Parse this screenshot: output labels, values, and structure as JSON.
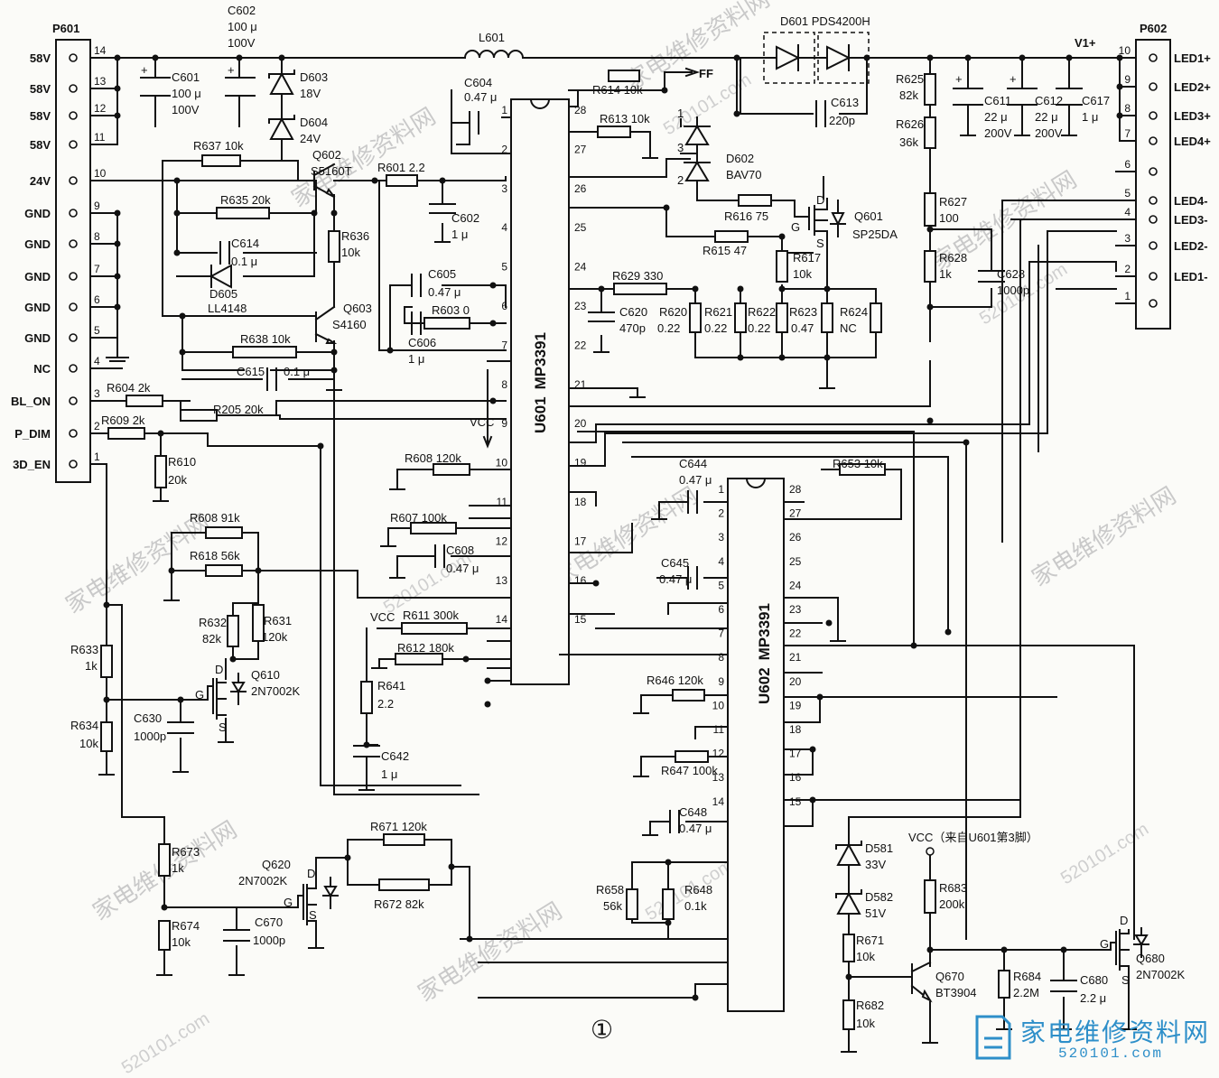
{
  "connectors": {
    "p601": {
      "label": "P601",
      "pins": [
        {
          "num": "14",
          "signal": "58V"
        },
        {
          "num": "13",
          "signal": "58V"
        },
        {
          "num": "12",
          "signal": "58V"
        },
        {
          "num": "11",
          "signal": "58V"
        },
        {
          "num": "10",
          "signal": "24V"
        },
        {
          "num": "9",
          "signal": "GND"
        },
        {
          "num": "8",
          "signal": "GND"
        },
        {
          "num": "7",
          "signal": "GND"
        },
        {
          "num": "6",
          "signal": "GND"
        },
        {
          "num": "5",
          "signal": "GND"
        },
        {
          "num": "4",
          "signal": "NC"
        },
        {
          "num": "3",
          "signal": "BL_ON"
        },
        {
          "num": "2",
          "signal": "P_DIM"
        },
        {
          "num": "1",
          "signal": "3D_EN"
        }
      ]
    },
    "p602": {
      "label": "P602",
      "pins": [
        {
          "num": "10",
          "signal": "LED1+"
        },
        {
          "num": "9",
          "signal": "LED2+"
        },
        {
          "num": "8",
          "signal": "LED3+"
        },
        {
          "num": "7",
          "signal": "LED4+"
        },
        {
          "num": "6",
          "signal": ""
        },
        {
          "num": "5",
          "signal": "LED4-"
        },
        {
          "num": "4",
          "signal": "LED3-"
        },
        {
          "num": "3",
          "signal": "LED2-"
        },
        {
          "num": "2",
          "signal": "LED1-"
        },
        {
          "num": "1",
          "signal": ""
        }
      ]
    }
  },
  "ics": {
    "u601": {
      "ref": "U601",
      "part": "MP3391",
      "left_pins": [
        "1",
        "2",
        "3",
        "4",
        "5",
        "6",
        "7",
        "8",
        "9",
        "10",
        "11",
        "12",
        "13",
        "14"
      ],
      "right_pins": [
        "28",
        "27",
        "26",
        "25",
        "24",
        "23",
        "22",
        "21",
        "20",
        "19",
        "18",
        "17",
        "16",
        "15"
      ]
    },
    "u602": {
      "ref": "U602",
      "part": "MP3391",
      "left_pins": [
        "1",
        "2",
        "3",
        "4",
        "5",
        "6",
        "7",
        "8",
        "9",
        "10",
        "11",
        "12",
        "13",
        "14"
      ],
      "right_pins": [
        "28",
        "27",
        "26",
        "25",
        "24",
        "23",
        "22",
        "21",
        "20",
        "19",
        "18",
        "17",
        "16",
        "15"
      ]
    }
  },
  "components": {
    "c602": {
      "ref": "C602",
      "value": "100 μ",
      "voltage": "100V"
    },
    "c601": {
      "ref": "C601",
      "value": "100 μ",
      "voltage": "100V"
    },
    "d603": {
      "ref": "D603",
      "value": "18V"
    },
    "d604": {
      "ref": "D604",
      "value": "24V"
    },
    "l601": {
      "ref": "L601"
    },
    "c604": {
      "ref": "C604",
      "value": "0.47 μ"
    },
    "r614": {
      "ref": "R614",
      "value": "10k"
    },
    "ff": {
      "label": "FF"
    },
    "d601": {
      "ref": "D601",
      "value": "PDS4200H"
    },
    "c613": {
      "ref": "C613",
      "value": "220p"
    },
    "r613": {
      "ref": "R613",
      "value": "10k"
    },
    "d602": {
      "ref": "D602",
      "value": "BAV70",
      "pin1": "1",
      "pin2": "2",
      "pin3": "3"
    },
    "r616": {
      "ref": "R616",
      "value": "75"
    },
    "r615": {
      "ref": "R615",
      "value": "47"
    },
    "q601": {
      "ref": "Q601",
      "value": "SP25DA",
      "d": "D",
      "g": "G",
      "s": "S"
    },
    "r617": {
      "ref": "R617",
      "value": "10k"
    },
    "v1": {
      "label": "V1+"
    },
    "r625": {
      "ref": "R625",
      "value": "82k"
    },
    "r626": {
      "ref": "R626",
      "value": "36k"
    },
    "c611": {
      "ref": "C611",
      "value": "22 μ",
      "voltage": "200V"
    },
    "c612": {
      "ref": "C612",
      "value": "22 μ",
      "voltage": "200V"
    },
    "c617": {
      "ref": "C617",
      "value": "1 μ"
    },
    "r627": {
      "ref": "R627",
      "value": "100"
    },
    "r628": {
      "ref": "R628",
      "value": "1k"
    },
    "c628": {
      "ref": "C628",
      "value": "1000p"
    },
    "r637": {
      "ref": "R637",
      "value": "10k"
    },
    "q602": {
      "ref": "Q602",
      "value": "S5160T"
    },
    "r601": {
      "ref": "R601",
      "value": "2.2"
    },
    "c602b": {
      "ref": "C602",
      "value": "1 μ"
    },
    "r635": {
      "ref": "R635",
      "value": "20k"
    },
    "r636": {
      "ref": "R636",
      "value": "10k"
    },
    "c614": {
      "ref": "C614",
      "value": "0.1 μ"
    },
    "d605": {
      "ref": "D605",
      "value": "LL4148"
    },
    "q603": {
      "ref": "Q603",
      "value": "S4160"
    },
    "c605": {
      "ref": "C605",
      "value": "0.47 μ"
    },
    "r603": {
      "ref": "R603",
      "value": "0"
    },
    "c606": {
      "ref": "C606",
      "value": "1 μ"
    },
    "r638": {
      "ref": "R638",
      "value": "10k"
    },
    "c615": {
      "ref": "C615",
      "value": "0.1 μ"
    },
    "r629": {
      "ref": "R629",
      "value": "330"
    },
    "c620": {
      "ref": "C620",
      "value": "470p"
    },
    "r620": {
      "ref": "R620",
      "value": "0.22"
    },
    "r621": {
      "ref": "R621",
      "value": "0.22"
    },
    "r622": {
      "ref": "R622",
      "value": "0.22"
    },
    "r623": {
      "ref": "R623",
      "value": "0.47"
    },
    "r624": {
      "ref": "R624",
      "value": "NC"
    },
    "r604": {
      "ref": "R604",
      "value": "2k"
    },
    "r205": {
      "ref": "R205",
      "value": "20k"
    },
    "r609": {
      "ref": "R609",
      "value": "2k"
    },
    "r610": {
      "ref": "R610",
      "value": "20k"
    },
    "vcc1": {
      "label": "VCC"
    },
    "r608": {
      "ref": "R608",
      "value": "120k"
    },
    "r607": {
      "ref": "R607",
      "value": "100k"
    },
    "c608": {
      "ref": "C608",
      "value": "0.47 μ"
    },
    "r608b": {
      "ref": "R608",
      "value": "91k"
    },
    "r618": {
      "ref": "R618",
      "value": "56k"
    },
    "r632": {
      "ref": "R632",
      "value": "82k"
    },
    "r631": {
      "ref": "R631",
      "value": "120k"
    },
    "q610": {
      "ref": "Q610",
      "value": "2N7002K",
      "d": "D",
      "g": "G",
      "s": "S"
    },
    "r633": {
      "ref": "R633",
      "value": "1k"
    },
    "r634": {
      "ref": "R634",
      "value": "10k"
    },
    "c630": {
      "ref": "C630",
      "value": "1000p"
    },
    "vcc2": {
      "label": "VCC"
    },
    "r611": {
      "ref": "R611",
      "value": "300k"
    },
    "r612": {
      "ref": "R612",
      "value": "180k"
    },
    "r641": {
      "ref": "R641",
      "value": "2.2"
    },
    "c642": {
      "ref": "C642",
      "value": "1 μ"
    },
    "c644": {
      "ref": "C644",
      "value": "0.47 μ"
    },
    "r653": {
      "ref": "R653",
      "value": "10k"
    },
    "c645": {
      "ref": "C645",
      "value": "0.47 μ"
    },
    "r646": {
      "ref": "R646",
      "value": "120k"
    },
    "r647": {
      "ref": "R647",
      "value": "100k"
    },
    "c648": {
      "ref": "C648",
      "value": "0.47 μ"
    },
    "r658": {
      "ref": "R658",
      "value": "56k"
    },
    "r648": {
      "ref": "R648",
      "value": "0.1k"
    },
    "r673": {
      "ref": "R673",
      "value": "1k"
    },
    "r674": {
      "ref": "R674",
      "value": "10k"
    },
    "c670": {
      "ref": "C670",
      "value": "1000p"
    },
    "q620": {
      "ref": "Q620",
      "value": "2N7002K",
      "d": "D",
      "g": "G",
      "s": "S"
    },
    "r671": {
      "ref": "R671",
      "value": "120k"
    },
    "r672": {
      "ref": "R672",
      "value": "82k"
    },
    "d581": {
      "ref": "D581",
      "value": "33V"
    },
    "d582": {
      "ref": "D582",
      "value": "51V"
    },
    "r671b": {
      "ref": "R671",
      "value": "10k"
    },
    "r682": {
      "ref": "R682",
      "value": "10k"
    },
    "q670": {
      "ref": "Q670",
      "value": "BT3904"
    },
    "vcc3": {
      "label": "VCC（来自U601第3脚）"
    },
    "r683": {
      "ref": "R683",
      "value": "200k"
    },
    "r684": {
      "ref": "R684",
      "value": "2.2M"
    },
    "c680": {
      "ref": "C680",
      "value": "2.2 μ"
    },
    "q680": {
      "ref": "Q680",
      "value": "2N7002K",
      "d": "D",
      "g": "G",
      "s": "S"
    }
  },
  "figure_number": "①",
  "watermark": {
    "cn": "家电维修资料网",
    "site": "520101.com",
    "logo_cn": "家电维修资料网",
    "logo_url": "520101.com"
  },
  "colors": {
    "ink": "#111111",
    "paper": "#fbfbf8",
    "logo": "#2e8fc9",
    "watermark": "#c9c9c9"
  }
}
